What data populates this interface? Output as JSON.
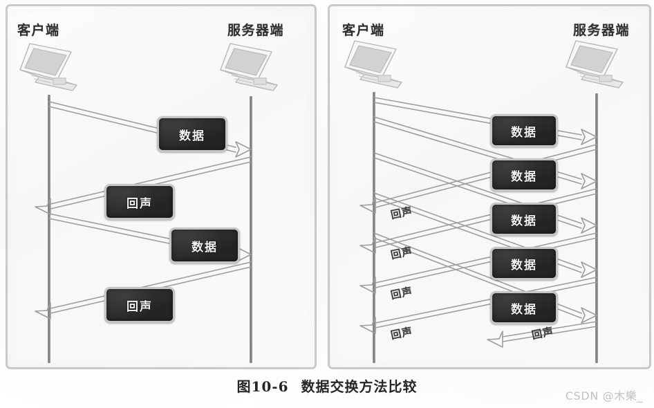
{
  "figure": {
    "caption_number": "图10-6",
    "caption_title": "数据交换方法比较",
    "watermark": "CSDN @木樂_"
  },
  "panels": [
    {
      "id": "left",
      "name": "stop-and-wait-exchange",
      "client_label": "客户端",
      "server_label": "服务器端",
      "client_icon": "laptop-icon",
      "server_icon": "laptop-icon",
      "messages": [
        {
          "label": "数据",
          "direction": "client-to-server",
          "kind": "data"
        },
        {
          "label": "回声",
          "direction": "server-to-client",
          "kind": "echo"
        },
        {
          "label": "数据",
          "direction": "client-to-server",
          "kind": "data"
        },
        {
          "label": "回声",
          "direction": "server-to-client",
          "kind": "echo"
        }
      ]
    },
    {
      "id": "right",
      "name": "pipelined-exchange",
      "client_label": "客户端",
      "server_label": "服务器端",
      "client_icon": "laptop-icon",
      "server_icon": "laptop-icon",
      "messages": [
        {
          "label": "数据",
          "direction": "client-to-server",
          "kind": "data"
        },
        {
          "label": "数据",
          "direction": "client-to-server",
          "kind": "data"
        },
        {
          "label": "数据",
          "direction": "client-to-server",
          "kind": "data"
        },
        {
          "label": "数据",
          "direction": "client-to-server",
          "kind": "data"
        },
        {
          "label": "数据",
          "direction": "client-to-server",
          "kind": "data"
        },
        {
          "label": "回声",
          "direction": "server-to-client",
          "kind": "echo"
        },
        {
          "label": "回声",
          "direction": "server-to-client",
          "kind": "echo"
        },
        {
          "label": "回声",
          "direction": "server-to-client",
          "kind": "echo"
        },
        {
          "label": "回声",
          "direction": "server-to-client",
          "kind": "echo"
        },
        {
          "label": "回声",
          "direction": "server-to-client",
          "kind": "echo"
        }
      ]
    }
  ],
  "colors": {
    "box_fill": "#2e2e2e",
    "box_border": "#c5c5c5",
    "box_text": "#f3f3f3",
    "line": "#9d9d9d",
    "lifeline": "#8b8b8b",
    "panel_border": "#c9c9c9",
    "caption_text": "#262626",
    "watermark_text": "#c2c2c2"
  }
}
